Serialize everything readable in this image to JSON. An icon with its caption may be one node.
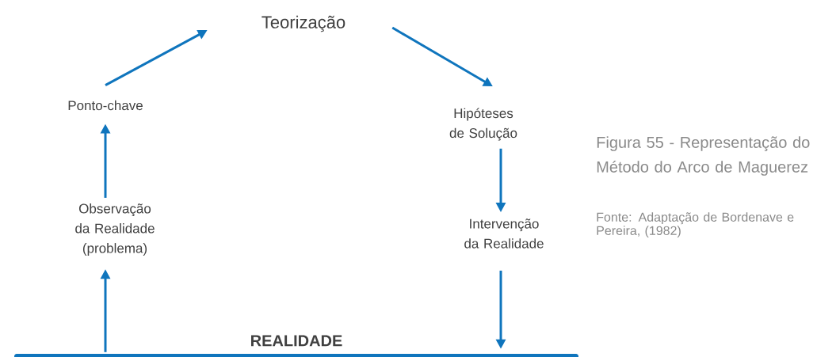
{
  "diagram": {
    "caption": "Figura 55 - Representação do Método do Arco de Maguerez",
    "nodes": [
      {
        "text": [
          "REALIDADE"
        ]
      },
      {
        "text": [
          "Observação da Realidade (problema)"
        ]
      },
      {
        "text": [
          "Ponto-chave"
        ]
      },
      {
        "text": [
          "Teorização"
        ]
      },
      {
        "text": [
          "Hipóteses de Solução"
        ]
      },
      {
        "text": [
          "Intervenção da Realidade"
        ]
      }
    ],
    "edges": [
      {
        "from": 0,
        "to": 1,
        "arrow": "to"
      },
      {
        "from": 1,
        "to": 2,
        "arrow": "to"
      },
      {
        "from": 2,
        "to": 3,
        "arrow": "to"
      },
      {
        "from": 3,
        "to": 4,
        "arrow": "to"
      },
      {
        "from": 4,
        "to": 5,
        "arrow": "to"
      },
      {
        "from": 5,
        "to": 0,
        "arrow": "to"
      }
    ],
    "labels": [
      "Fonte:  Adaptação de Bordenave e Pereira, (1982)"
    ]
  }
}
